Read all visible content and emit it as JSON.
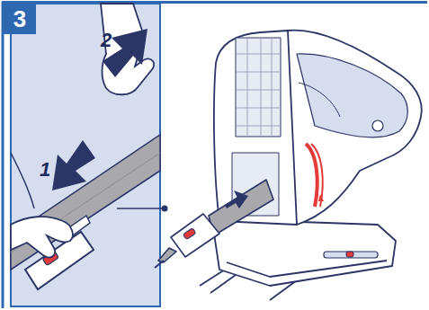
{
  "diagram": {
    "nodes": [
      {
        "text": [
          "3"
        ]
      }
    ],
    "labels": [
      "1",
      "2"
    ]
  }
}
